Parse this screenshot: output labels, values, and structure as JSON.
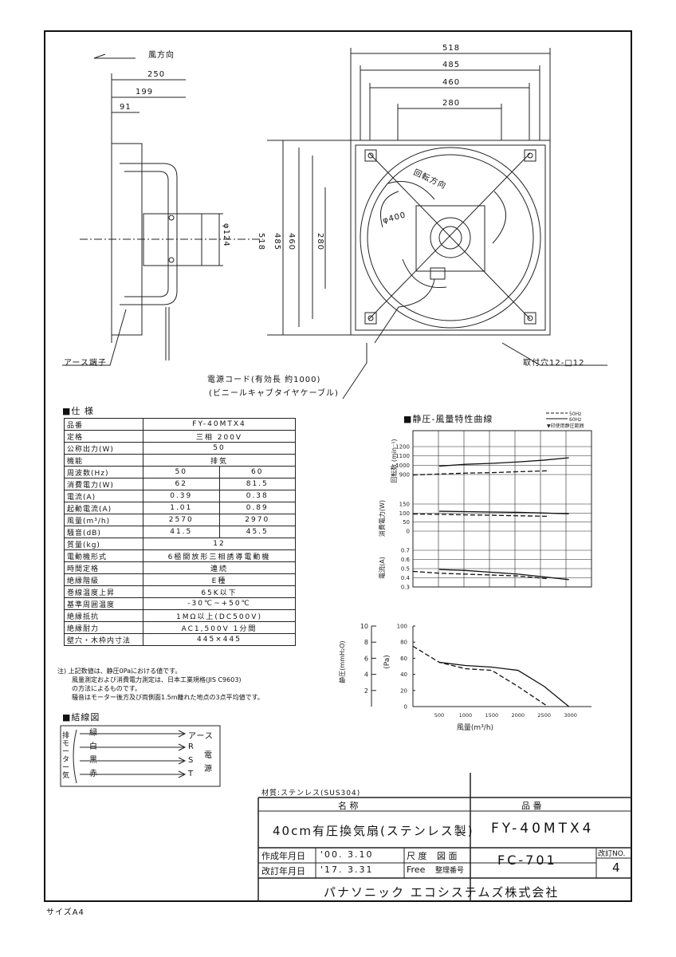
{
  "drawing": {
    "wind_direction": "風方向",
    "rotation_direction": "回転方向",
    "diameter_400": "φ400",
    "diameter_124": "φ124",
    "dims_side": [
      "250",
      "199",
      "91"
    ],
    "dims_front_top": [
      "518",
      "485",
      "460",
      "280"
    ],
    "dims_front_left": [
      "518",
      "485",
      "460",
      "280"
    ],
    "earth_terminal": "アース端子",
    "power_cord_1": "電源コード(有効長 約1000)",
    "power_cord_2": "(ビニールキャブタイヤケーブル)",
    "mounting_holes": "取付穴12-□12"
  },
  "spec": {
    "heading": "■仕 様",
    "rows": [
      {
        "k": "品番",
        "v": "FY-40MTX4"
      },
      {
        "k": "定格",
        "v": "三相 200V"
      },
      {
        "k": "公称出力(W)",
        "v": "50"
      },
      {
        "k": "機能",
        "v": "排気"
      },
      {
        "k": "周波数(Hz)",
        "a": "50",
        "b": "60"
      },
      {
        "k": "消費電力(W)",
        "a": "62",
        "b": "81.5"
      },
      {
        "k": "電流(A)",
        "a": "0.39",
        "b": "0.38"
      },
      {
        "k": "起動電流(A)",
        "a": "1.01",
        "b": "0.89"
      },
      {
        "k": "風量(m³/h)",
        "a": "2570",
        "b": "2970"
      },
      {
        "k": "騒音(dB)",
        "a": "41.5",
        "b": "45.5"
      },
      {
        "k": "質量(kg)",
        "v": "12"
      },
      {
        "k": "電動機形式",
        "v": "6極開放形三相誘導電動機"
      },
      {
        "k": "時間定格",
        "v": "連続"
      },
      {
        "k": "絶縁階級",
        "v": "E種"
      },
      {
        "k": "巻線温度上昇",
        "v": "65K以下"
      },
      {
        "k": "基準周囲温度",
        "v": "-30℃~+50℃"
      },
      {
        "k": "絶縁抵抗",
        "v": "1MΩ以上(DC500V)"
      },
      {
        "k": "絶縁耐力",
        "v": "AC1,500V 1分間"
      },
      {
        "k": "壁穴・木枠内寸法",
        "v": "445×445"
      }
    ],
    "notes": [
      "注) 上記数値は、静圧0Paにおける値です。",
      "風量測定および消費電力測定は、日本工業規格(JIS C9603)",
      "の方法によるものです。",
      "騒音はモーター後方及び両側面1.5m離れた地点の3点平均値です。"
    ]
  },
  "wiring": {
    "heading": "■結線図",
    "side_left": [
      "排",
      "モ",
      "ー",
      "タ",
      "ー",
      "気"
    ],
    "wires": [
      "緑",
      "白",
      "黒",
      "赤"
    ],
    "earth": "アース",
    "rst": [
      "R",
      "S",
      "T"
    ],
    "power": [
      "電",
      "源"
    ]
  },
  "chart_data": {
    "type": "line",
    "title": "■静圧-風量特性曲線",
    "legend": [
      "50Hz",
      "60Hz",
      "▼印使用静圧範囲"
    ],
    "xlabel": "風量(m³/h)",
    "x_ticks": [
      "500",
      "1000",
      "1500",
      "2000",
      "2500",
      "3000"
    ],
    "panels": {
      "rpm": {
        "ylabel": "回転数 (min⁻¹)",
        "ticks": [
          "1200",
          "1100",
          "1000",
          "900"
        ],
        "series": [
          {
            "name": "50Hz",
            "x": [
              0,
              500,
              1000,
              1500,
              2000,
              2570
            ],
            "y": [
              895,
              905,
              915,
              920,
              930,
              940
            ]
          },
          {
            "name": "60Hz",
            "x": [
              500,
              1000,
              1500,
              2000,
              2500,
              2970
            ],
            "y": [
              990,
              1010,
              1020,
              1035,
              1055,
              1080
            ]
          }
        ]
      },
      "power": {
        "ylabel": "消費電力(W)",
        "ticks": [
          "150",
          "100",
          "50",
          "0"
        ],
        "series": [
          {
            "name": "50Hz",
            "x": [
              0,
              500,
              1000,
              1500,
              2000,
              2570
            ],
            "y": [
              95,
              93,
              90,
              88,
              85,
              82
            ]
          },
          {
            "name": "60Hz",
            "x": [
              500,
              1000,
              1500,
              2000,
              2500,
              2970
            ],
            "y": [
              110,
              108,
              106,
              104,
              100,
              96
            ]
          }
        ]
      },
      "current": {
        "ylabel": "電流(A)",
        "ticks": [
          "0.7",
          "0.6",
          "0.5",
          "0.4",
          "0.3"
        ],
        "series": [
          {
            "name": "50Hz",
            "x": [
              0,
              500,
              1000,
              1500,
              2000,
              2570
            ],
            "y": [
              0.47,
              0.45,
              0.44,
              0.43,
              0.42,
              0.39
            ]
          },
          {
            "name": "60Hz",
            "x": [
              500,
              1000,
              1500,
              2000,
              2500,
              2970
            ],
            "y": [
              0.49,
              0.48,
              0.46,
              0.44,
              0.41,
              0.38
            ]
          }
        ]
      },
      "pressure": {
        "ylabel_mm": "静圧(mmH₂O)",
        "ylabel_pa": "(Pa)",
        "ticks_mm": [
          "10",
          "8",
          "6",
          "4",
          "2"
        ],
        "ticks_pa": [
          "100",
          "80",
          "60",
          "40",
          "20",
          "0"
        ],
        "series": [
          {
            "name": "50Hz",
            "x": [
              0,
              500,
              1000,
              1500,
              2000,
              2570
            ],
            "y": [
              75,
              55,
              47,
              45,
              25,
              0
            ]
          },
          {
            "name": "60Hz",
            "x": [
              500,
              1000,
              1500,
              2000,
              2500,
              2970
            ],
            "y": [
              55,
              51,
              49,
              45,
              25,
              0
            ]
          }
        ]
      }
    }
  },
  "title_block": {
    "material": "材質:ステンレス(SUS304)",
    "name_hdr": "名 称",
    "num_hdr": "品 番",
    "name": "40cm有圧換気扇(ステンレス製)",
    "model": "FY-40MTX4",
    "created_lbl": "作成年月日",
    "created": "'00. 3.10",
    "revised_lbl": "改訂年月日",
    "revised": "'17. 3.31",
    "scale_lbl": "尺 度",
    "scale": "Free",
    "drawing_lbl": "図 面",
    "ref_lbl": "整理番号",
    "drawing_no": "FC-701",
    "rev_lbl": "改訂NO.",
    "rev": "4",
    "company": "パナソニック エコシステムズ株式会社"
  },
  "size_label": "サイズA4"
}
